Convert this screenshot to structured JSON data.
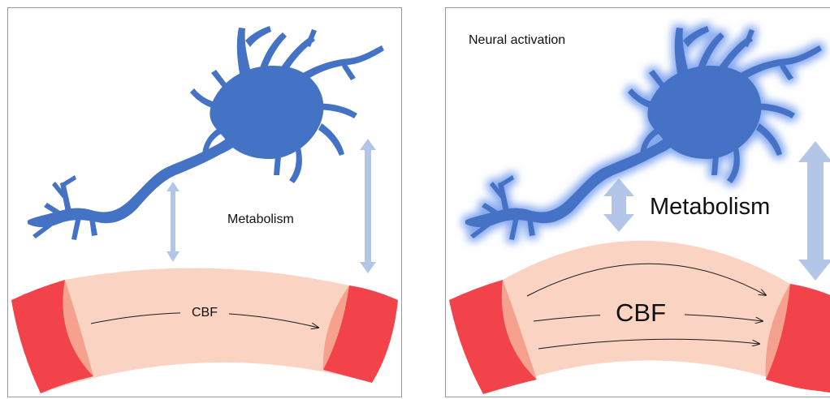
{
  "panels": [
    {
      "state": "baseline",
      "header": "",
      "metabolism_label": "Metabolism",
      "cbf_label": "CBF"
    },
    {
      "state": "activated",
      "header": "Neural activation",
      "metabolism_label": "Metabolism",
      "cbf_label": "CBF"
    }
  ],
  "colors": {
    "neuron": "#4472c4",
    "neuron_glow": "#8fb0ef",
    "vessel_body": "#fbd3c3",
    "vessel_end": "#f2434a",
    "vessel_end_face": "#f6a08e",
    "arrow": "#b4c6e7",
    "flow_line": "#1a1a1a",
    "border": "#9a9a9a"
  },
  "icons": [
    "neuron-icon",
    "blood-vessel-icon",
    "double-arrow-icon",
    "flow-arrow-icon"
  ]
}
